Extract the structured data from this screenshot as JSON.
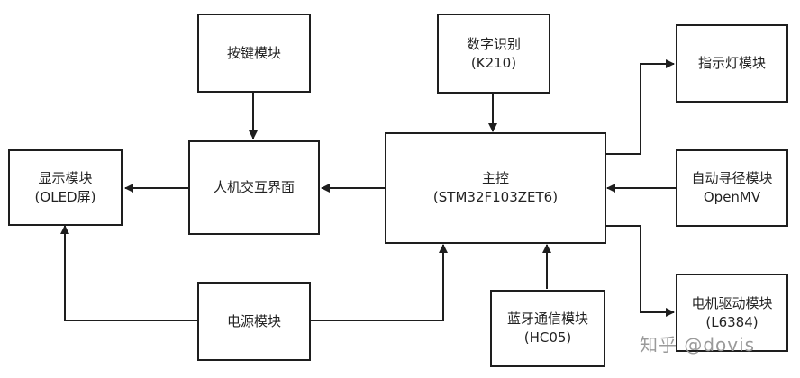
{
  "blocks": {
    "keypad": {
      "title": "按键模块",
      "sub": ""
    },
    "digit": {
      "title": "数字识别",
      "sub": "(K210)"
    },
    "indicator": {
      "title": "指示灯模块",
      "sub": ""
    },
    "display": {
      "title": "显示模块",
      "sub": "(OLED屏)"
    },
    "hmi": {
      "title": "人机交互界面",
      "sub": ""
    },
    "mcu": {
      "title": "主控",
      "sub": "(STM32F103ZET6)"
    },
    "tracking": {
      "title": "自动寻径模块",
      "sub": "OpenMV"
    },
    "power": {
      "title": "电源模块",
      "sub": ""
    },
    "bluetooth": {
      "title": "蓝牙通信模块",
      "sub": "(HC05)"
    },
    "motor": {
      "title": "电机驱动模块",
      "sub": "(L6384)"
    }
  },
  "watermark": "知乎 @dovis"
}
